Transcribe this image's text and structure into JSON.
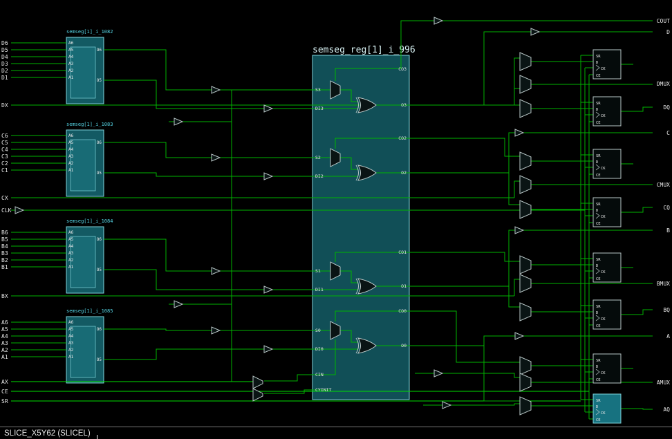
{
  "status_bar": {
    "text": "SLICE_X5Y62 (SLICEL)"
  },
  "left_pins": [
    "D6",
    "D5",
    "D4",
    "D3",
    "D2",
    "D1",
    "DX",
    "C6",
    "C5",
    "C4",
    "C3",
    "C2",
    "C1",
    "CX",
    "CLK",
    "B6",
    "B5",
    "B4",
    "B3",
    "B2",
    "B1",
    "BX",
    "A6",
    "A5",
    "A4",
    "A3",
    "A2",
    "A1",
    "AX",
    "CE",
    "SR"
  ],
  "right_pins": [
    "COUT",
    "D",
    "DMUX",
    "DQ",
    "C",
    "CMUX",
    "CQ",
    "B",
    "BMUX",
    "BQ",
    "A",
    "AMUX",
    "AQ"
  ],
  "luts": [
    {
      "name": "semseg[1]_i_1082",
      "inputs": [
        "A6",
        "A5",
        "A4",
        "A3",
        "A2",
        "A1"
      ],
      "outputs": [
        "O6",
        "O5"
      ]
    },
    {
      "name": "semseg[1]_i_1083",
      "inputs": [
        "A6",
        "A5",
        "A4",
        "A3",
        "A2",
        "A1"
      ],
      "outputs": [
        "O6",
        "O5"
      ]
    },
    {
      "name": "semseg[1]_i_1084",
      "inputs": [
        "A6",
        "A5",
        "A4",
        "A3",
        "A2",
        "A1"
      ],
      "outputs": [
        "O6",
        "O5"
      ]
    },
    {
      "name": "semseg[1]_i_1085",
      "inputs": [
        "A6",
        "A5",
        "A4",
        "A3",
        "A2",
        "A1"
      ],
      "outputs": [
        "O6",
        "O5"
      ]
    }
  ],
  "carry": {
    "name": "semseg_reg[1]_i_996",
    "left_ports": [
      "S3",
      "DI3",
      "S2",
      "DI2",
      "S1",
      "DI1",
      "S0",
      "DI0",
      "CIN",
      "CYINIT"
    ],
    "right_ports": [
      "CO3",
      "O3",
      "CO2",
      "O2",
      "CO1",
      "O1",
      "CO0",
      "O0"
    ]
  },
  "flipflop": {
    "ports": [
      "SR",
      "D",
      "CK",
      "CE"
    ]
  },
  "colors": {
    "background": "#000000",
    "wire": "#00b400",
    "wire_bright": "#00e000",
    "site_fill": "#135a63",
    "site_border": "#7fd4dc",
    "inner_fill": "#1d7a85",
    "outline": "#b9c7c7",
    "text": "#e8e8e8",
    "lut_title": "#55d4e4",
    "carry_title": "#d9f3f5",
    "ff_fill": "#050b0b",
    "ff_selected": "#177280"
  }
}
